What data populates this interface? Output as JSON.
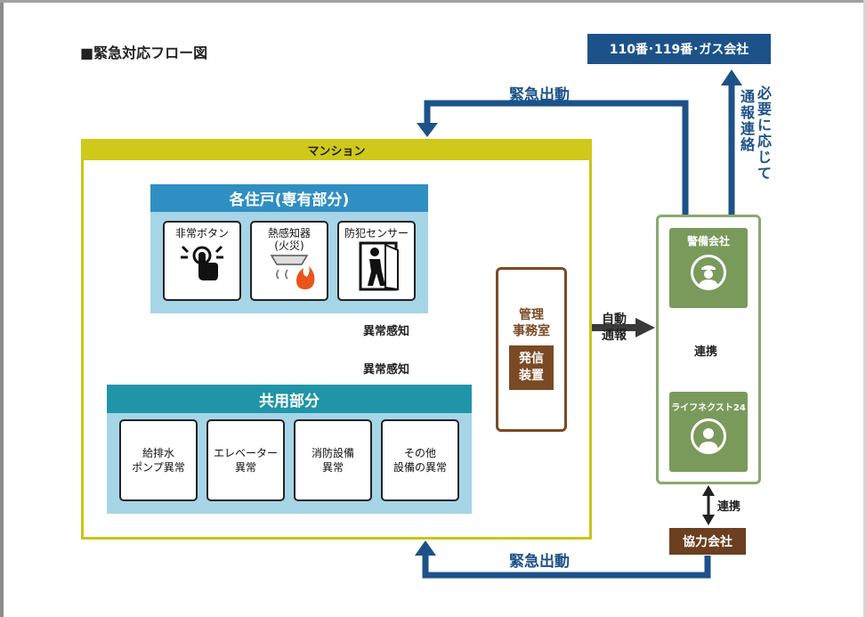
{
  "title": "■緊急対応フロー図",
  "external": {
    "label": "110番･119番･ガス会社"
  },
  "notes": {
    "emergency_top": "緊急出動",
    "emergency_bottom": "緊急出動",
    "notify_as_needed": "必要に応じて",
    "notify_contact": "通報連絡",
    "auto_report": "自動\n通報"
  },
  "mansion": {
    "title": "マンション",
    "units": {
      "title": "各住戸(専有部分)",
      "devices": [
        {
          "label": "非常ボタン",
          "icon": "emergency-button-icon"
        },
        {
          "label": "熱感知器\n(火災)",
          "icon": "heat-detector-icon"
        },
        {
          "label": "防犯センサー",
          "icon": "security-sensor-icon"
        }
      ]
    },
    "common": {
      "title": "共用部分",
      "items": [
        "給排水\nポンプ異常",
        "エレベーター\n異常",
        "消防設備\n異常",
        "その他\n設備の異常"
      ]
    },
    "detect_label_1": "異常感知",
    "detect_label_2": "異常感知"
  },
  "management": {
    "title": "管理\n事務室",
    "device": "発信\n装置"
  },
  "security": {
    "guard": "警備会社",
    "guard_icon": "security-guard-icon",
    "lifenext": "ライフネクスト24",
    "lifenext_icon": "operator-icon",
    "link1": "連携",
    "link2": "連携",
    "partner": "協力会社"
  },
  "colors": {
    "navy": "#1d5289",
    "mansion_border": "#c9c41a",
    "unit_head": "#2f8fc3",
    "common_head": "#2095a8",
    "panel_fill": "#a6d5e7",
    "brown": "#7a4a25",
    "green": "#7a9a5c"
  }
}
